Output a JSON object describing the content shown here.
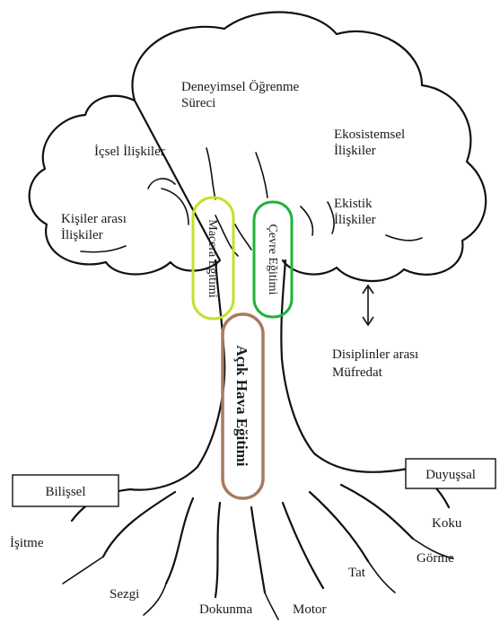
{
  "labels": {
    "experiential": [
      "Deneyimsel Öğrenme",
      "Süreci"
    ],
    "intrapersonal": "İçsel İlişkiler",
    "ecosystemic": [
      "Ekosistemsel",
      "İlişkiler"
    ],
    "interpersonal": [
      "Kişiler arası",
      "İlişkiler"
    ],
    "ekistic": [
      "Ekistik",
      "İlişkiler"
    ],
    "adventure": "Macera Eğitimi",
    "environment": "Çevre Eğitimi",
    "outdoor": "Açık Hava Eğitimi",
    "interdisciplinary": [
      "Disiplinler arası",
      "Müfredat"
    ],
    "cognitive": "Bilişsel",
    "sensory": "Duyuşsal",
    "hearing": "İşitme",
    "smell": "Koku",
    "sight": "Görme",
    "taste": "Tat",
    "intuition": "Sezgi",
    "touch": "Dokunma",
    "motor": "Motor"
  },
  "colors": {
    "adventure_outline": "#c6e02a",
    "environment_outline": "#1db33a",
    "outdoor_outline": "#a87a5e",
    "ink": "#111111"
  }
}
